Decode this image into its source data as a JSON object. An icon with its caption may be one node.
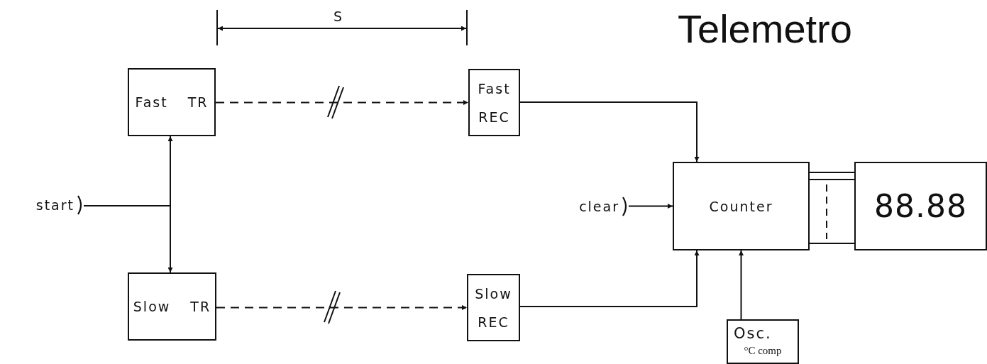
{
  "diagram": {
    "title": "Telemetro",
    "nodes": [
      {
        "text": [
          "start"
        ]
      },
      {
        "text": [
          "Fast TR"
        ]
      },
      {
        "text": [
          "Slow TR"
        ]
      },
      {
        "text": [
          "Fast REC"
        ]
      },
      {
        "text": [
          "Slow REC"
        ]
      },
      {
        "text": [
          "clear"
        ]
      },
      {
        "text": [
          "Counter"
        ]
      },
      {
        "text": [
          "88.88"
        ]
      },
      {
        "text": [
          "Osc.",
          "°C comp"
        ]
      }
    ],
    "edges": [
      {
        "from": 0,
        "to": 1,
        "arrow": "to"
      },
      {
        "from": 0,
        "to": 2,
        "arrow": "to"
      },
      {
        "from": 1,
        "to": 3,
        "arrow": "to",
        "style": "dashed"
      },
      {
        "from": 2,
        "to": 4,
        "arrow": "to",
        "style": "dashed"
      },
      {
        "from": 3,
        "to": 6,
        "arrow": "to"
      },
      {
        "from": 4,
        "to": 6,
        "arrow": "to"
      },
      {
        "from": 5,
        "to": 6,
        "arrow": "to"
      },
      {
        "from": 8,
        "to": 6,
        "arrow": "to"
      },
      {
        "from": 6,
        "to": 7,
        "arrow": "none"
      }
    ],
    "labels": [
      "S"
    ]
  }
}
